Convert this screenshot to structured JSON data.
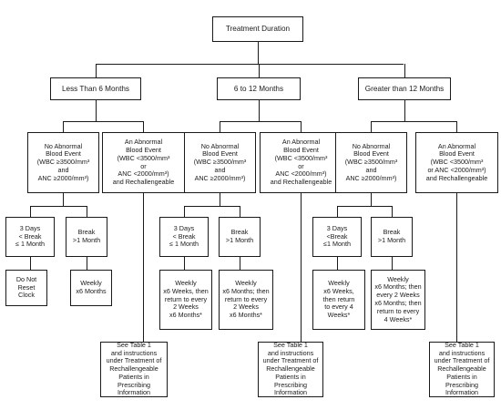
{
  "root": "Treatment Duration",
  "branches": [
    {
      "label": "Less Than 6 Months",
      "no_event": "No Abnormal\nBlood Event\n(WBC ≥3500/mm³\nand\nANC ≥2000/mm³)",
      "event": "An Abnormal\nBlood Event\n(WBC <3500/mm³\nor\nANC <2000/mm³)\nand Rechallengeable",
      "short_break": "3 Days\n< Break\n≤ 1 Month",
      "long_break": "Break\n>1 Month",
      "short_action": "Do Not\nReset\nClock",
      "long_action": "Weekly\nx6 Months",
      "see_table": "See Table 1\nand instructions\nunder Treatment of\nRechallengeable\nPatients in\nPrescribing Information"
    },
    {
      "label": "6 to 12 Months",
      "no_event": "No Abnormal\nBlood Event\n(WBC ≥3500/mm³\nand\nANC ≥2000/mm³)",
      "event": "An Abnormal\nBlood Event\n(WBC <3500/mm³\nor\nANC <2000/mm³)\nand Rechallengeable",
      "short_break": "3 Days\n< Break\n≤ 1 Month",
      "long_break": "Break\n>1 Month",
      "short_action": "Weekly\nx6 Weeks, then\nreturn to every\n2 Weeks\nx6 Months*",
      "long_action": "Weekly\nx6 Months; then\nreturn to every\n2 Weeks\nx6 Months*",
      "see_table": "See Table 1\nand instructions\nunder Treatment of\nRechallengeable\nPatients in\nPrescribing Information"
    },
    {
      "label": "Greater than 12 Months",
      "no_event": "No Abnormal\nBlood Event\n(WBC ≥3500/mm³\nand\nANC ≥2000/mm³)",
      "event": "An Abnormal\nBlood Event\n(WBC <3500/mm³\nor ANC <2000/mm³)\nand Rechallengeable",
      "short_break": "3 Days\n<Break\n≤1 Month",
      "long_break": "Break\n>1 Month",
      "short_action": "Weekly\nx6 Weeks,\nthen return\nto every 4\nWeeks*",
      "long_action": "Weekly\nx6 Months; then\nevery 2 Weeks\nx6 Months; then\nreturn to every\n4 Weeks*",
      "see_table": "See Table 1\nand instructions\nunder Treatment of\nRechallengeable\nPatients in\nPrescribing Information"
    }
  ]
}
